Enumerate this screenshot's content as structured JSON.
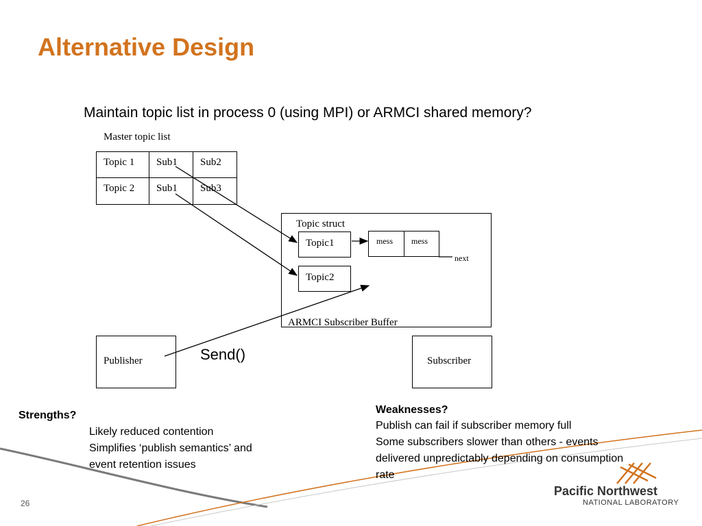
{
  "slide": {
    "title": "Alternative Design",
    "subtitle": "Maintain topic list in process 0 (using MPI) or ARMCI shared memory?",
    "page_number": "26"
  },
  "master_table": {
    "label": "Master topic list",
    "rows": [
      [
        "Topic 1",
        "Sub1",
        "Sub2"
      ],
      [
        "Topic 2",
        "Sub1",
        "Sub3"
      ]
    ]
  },
  "buffer": {
    "label": "ARMCI Subscriber Buffer",
    "struct_label": "Topic struct",
    "topic1": "Topic1",
    "topic2": "Topic2",
    "mess1": "mess",
    "mess2": "mess",
    "next": "next"
  },
  "publisher": {
    "label": "Publisher"
  },
  "subscriber": {
    "label": "Subscriber"
  },
  "send_label": "Send()",
  "strengths": {
    "heading": "Strengths?",
    "items": [
      "Likely reduced contention",
      "Simplifies ‘publish semantics’ and",
      "event retention issues"
    ]
  },
  "weaknesses": {
    "heading": "Weaknesses?",
    "items": [
      "Publish can fail if subscriber memory full",
      "Some subscribers slower than others - events",
      "delivered unpredictably depending on consumption",
      "rate"
    ]
  },
  "logo": {
    "name": "Pacific Northwest",
    "subname": "NATIONAL LABORATORY",
    "mark_icon": "pnnl-lattice-icon",
    "accent_color": "#d2731e"
  },
  "colors": {
    "title": "#d2731e",
    "swoosh_gray": "#777777",
    "swoosh_orange": "#d2731e"
  }
}
